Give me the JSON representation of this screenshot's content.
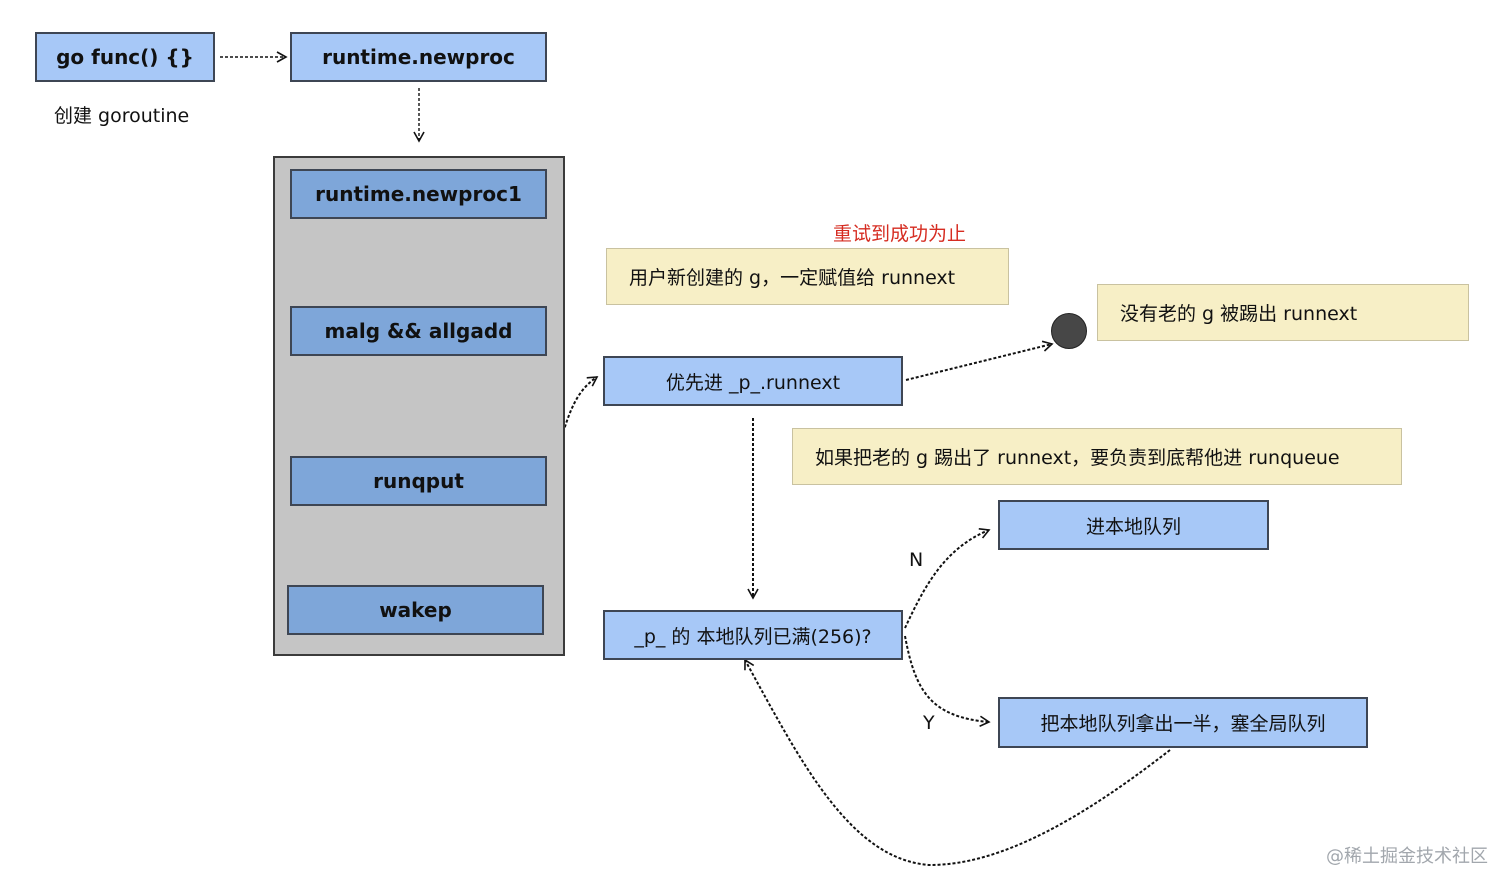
{
  "nodes": {
    "go_func": "go func() {}",
    "newproc": "runtime.newproc",
    "newproc1": "runtime.newproc1",
    "malg": "malg && allgadd",
    "runqput": "runqput",
    "wakep": "wakep",
    "runnext": "优先进 _p_.runnext",
    "local_full": "_p_ 的 本地队列已满(256)?",
    "local_queue": "进本地队列",
    "global_half": "把本地队列拿出一半，塞全局队列"
  },
  "labels": {
    "create_goroutine": "创建 goroutine",
    "retry": "重试到成功为止",
    "edge_n": "N",
    "edge_y": "Y",
    "watermark": "@稀土掘金技术社区"
  },
  "notes": {
    "assign_runnext": "用户新创建的 g，一定赋值给 runnext",
    "old_kicked": "没有老的 g 被踢出 runnext",
    "help_runqueue": "如果把老的 g 踢出了 runnext，要负责到底帮他进  runqueue"
  },
  "colors": {
    "box_light": "#a7c8f7",
    "box_dark": "#7ea6d9",
    "note_bg": "#f7efc6",
    "container_bg": "#c5c5c5",
    "retry_text": "#d62c21"
  }
}
